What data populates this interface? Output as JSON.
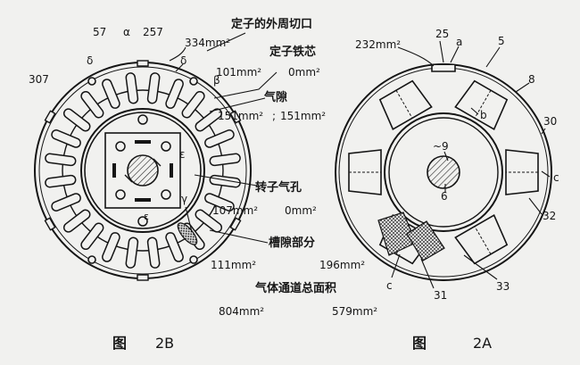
{
  "figure_2b": {
    "caption_char": "图",
    "caption_num": "2B",
    "parts": {
      "p57": "57",
      "alpha": "α",
      "p257": "257",
      "delta_left": "δ",
      "delta_right": "δ",
      "p307": "307",
      "beta": "β",
      "epsilon": "ε",
      "epsilon_lower": "ε",
      "gamma": "γ"
    },
    "notes": {
      "cutout_title": "定子的外周切口",
      "cutout_area": "334mm²",
      "core_title": "定子铁芯",
      "core_left": "101mm²",
      "core_right": "0mm²",
      "gap_title": "气隙",
      "gap_left": "151mm²",
      "gap_sep": ";",
      "gap_right": "151mm²",
      "rotor_hole_title": "转子气孔",
      "rotor_hole_left": "107mm²",
      "rotor_hole_right": "0mm²",
      "slot_title": "槽隙部分",
      "slot_left": "111mm²",
      "slot_right": "196mm²",
      "total_title": "气体通道总面积",
      "total_left": "804mm²",
      "total_right": "579mm²"
    }
  },
  "figure_2a": {
    "caption_char": "图",
    "caption_num": "2A",
    "parts": {
      "area": "232mm²",
      "p25": "25",
      "a": "a",
      "p5": "5",
      "p8": "8",
      "b": "b",
      "p30": "30",
      "c_right": "c",
      "p9": "~9",
      "p6": "6",
      "p32": "32",
      "c_bottom": "c",
      "p31": "31",
      "p33": "33"
    }
  }
}
